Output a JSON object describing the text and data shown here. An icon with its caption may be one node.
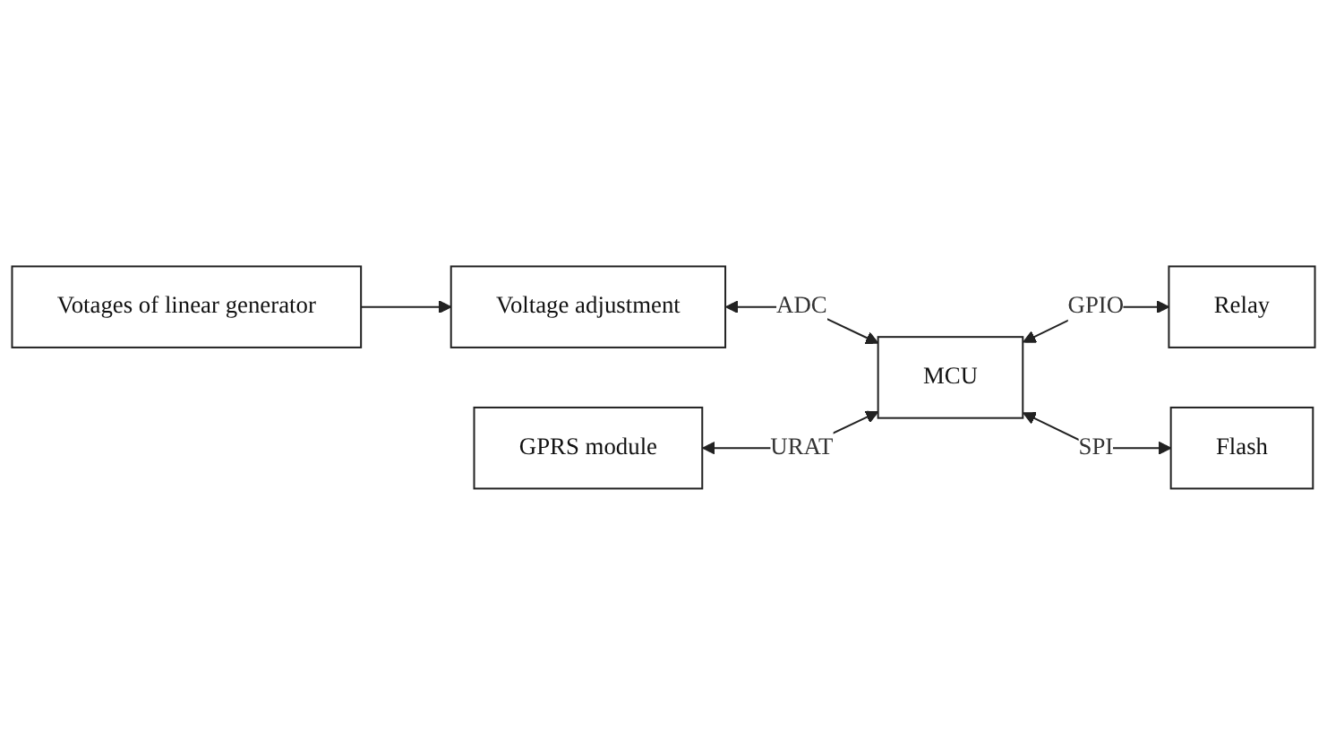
{
  "diagram": {
    "nodes": [
      {
        "text": [
          "Votages of linear generator"
        ]
      },
      {
        "text": [
          "Voltage adjustment"
        ]
      },
      {
        "text": [
          "GPRS module"
        ]
      },
      {
        "text": [
          "MCU"
        ]
      },
      {
        "text": [
          "Relay"
        ]
      },
      {
        "text": [
          "Flash"
        ]
      }
    ],
    "edges": [
      {
        "from": 0,
        "to": 1,
        "arrow": "to"
      },
      {
        "from": 1,
        "to": 3,
        "arrow": "both",
        "label": "ADC"
      },
      {
        "from": 2,
        "to": 3,
        "arrow": "both",
        "label": "URAT"
      },
      {
        "from": 3,
        "to": 4,
        "arrow": "both",
        "label": "GPIO"
      },
      {
        "from": 3,
        "to": 5,
        "arrow": "both",
        "label": "SPI"
      }
    ]
  }
}
